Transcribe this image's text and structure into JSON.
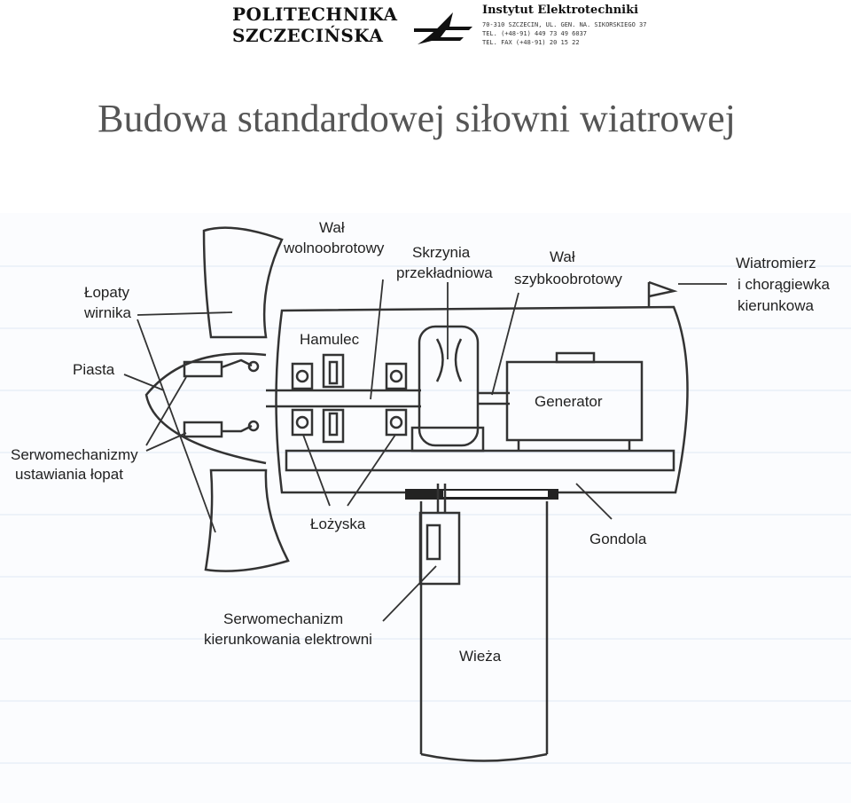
{
  "header": {
    "university_line1": "POLITECHNIKA",
    "university_line2": "SZCZECIŃSKA",
    "institute": "Instytut Elektrotechniki",
    "address_lines": [
      "70-310 SZCZECIN, UL. GEN. NA. SIKORSKIEGO 37",
      "TEL. (+48-91) 449 73 49 6037",
      "TEL. FAX (+48-91) 20 15 22"
    ]
  },
  "page_title": "Budowa standardowej siłowni wiatrowej",
  "labels": {
    "lopaty": [
      "Łopaty",
      "wirnika"
    ],
    "piasta": "Piasta",
    "serwo_lopat": [
      "Serwomechanizmy",
      "ustawiania łopat"
    ],
    "wal_wolno": [
      "Wał",
      "wolnoobrotowy"
    ],
    "skrzynia": [
      "Skrzynia",
      "przekładniowa"
    ],
    "wal_szybko": [
      "Wał",
      "szybkoobrotowy"
    ],
    "wiatromierz": [
      "Wiatromierz",
      "i chorągiewka",
      "kierunkowa"
    ],
    "hamulec": "Hamulec",
    "generator": "Generator",
    "lozyska": "Łożyska",
    "gondola": "Gondola",
    "serwo_kier": [
      "Serwomechanizm",
      "kierunkowania elektrowni"
    ],
    "wieza": "Wieża"
  }
}
